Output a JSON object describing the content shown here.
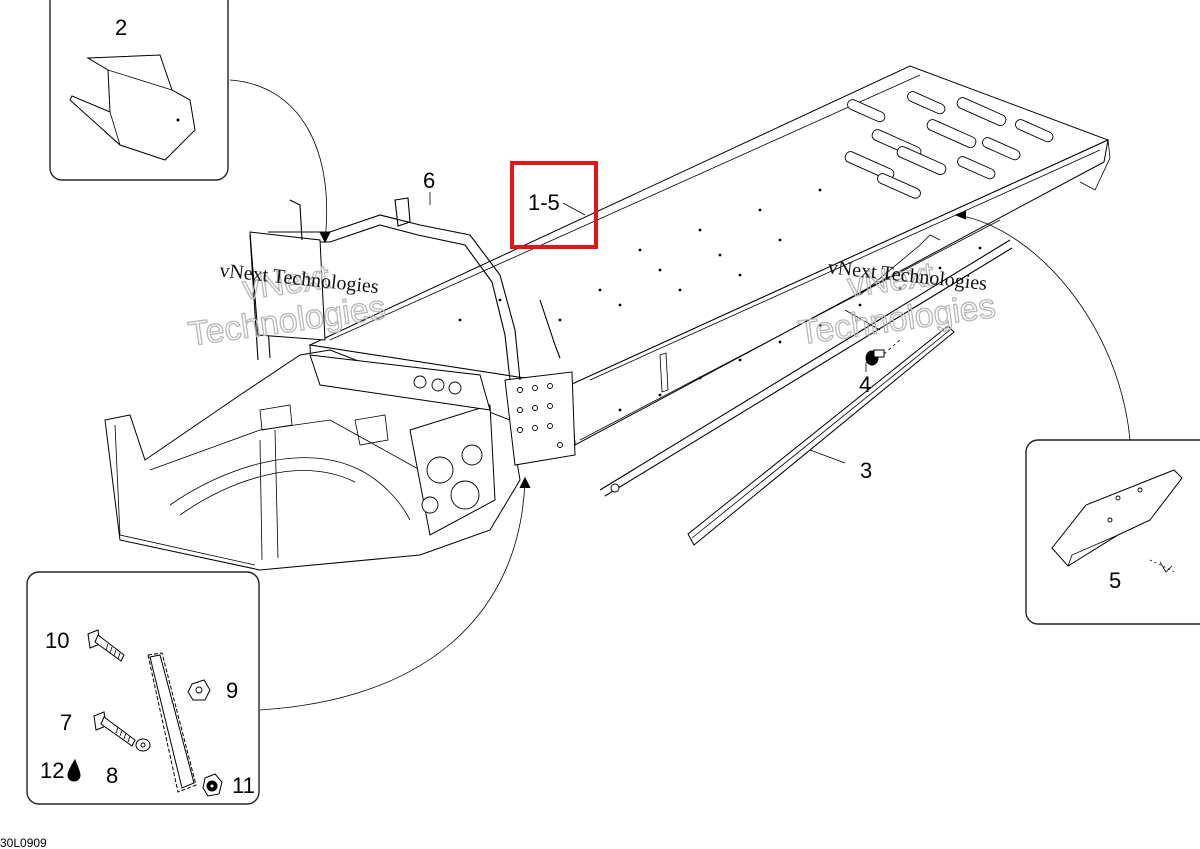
{
  "callouts": {
    "c1_5": "1-5",
    "c2": "2",
    "c3": "3",
    "c4": "4",
    "c5": "5",
    "c6": "6",
    "c7": "7",
    "c8": "8",
    "c9": "9",
    "c10": "10",
    "c11": "11",
    "c12": "12"
  },
  "watermarks": {
    "text_left": "vNext Technologies",
    "text_right": "vNext Technologies",
    "outline_left_line1": "vNext",
    "outline_left_line2": "Technologies",
    "outline_right_line1": "vNext",
    "outline_right_line2": "Technologies"
  },
  "drawing_code": "30L0909",
  "colors": {
    "highlight": "#e0161b",
    "ink": "#000000",
    "watermark": "#b8b8b8"
  },
  "icons": {
    "adhesive": "drop-icon"
  }
}
